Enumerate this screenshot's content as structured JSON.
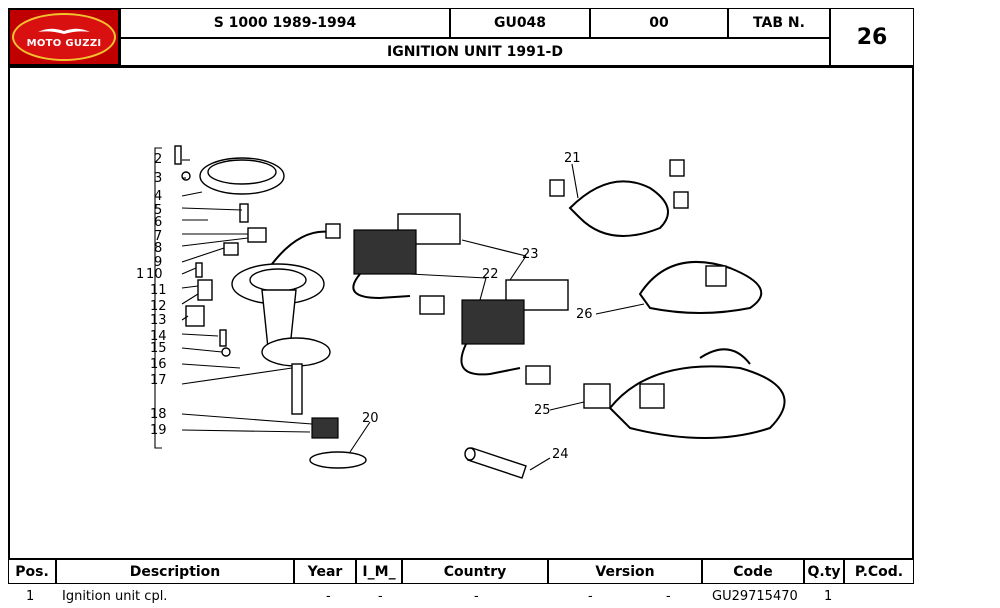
{
  "header": {
    "logo_text": "MOTO GUZZI",
    "model": "S 1000 1989-1994",
    "code": "GU048",
    "revision": "00",
    "tab_label": "TAB N.",
    "tab_number": "26",
    "title": "IGNITION UNIT 1991-D"
  },
  "callouts": [
    "1",
    "2",
    "3",
    "4",
    "5",
    "6",
    "7",
    "8",
    "9",
    "10",
    "11",
    "12",
    "13",
    "14",
    "15",
    "16",
    "17",
    "18",
    "19",
    "20",
    "21",
    "22",
    "23",
    "24",
    "25",
    "26"
  ],
  "table": {
    "columns": [
      "Pos.",
      "Description",
      "Year",
      "I_M_",
      "Country",
      "Version",
      "Code",
      "Q.ty",
      "P.Cod."
    ],
    "rows": [
      {
        "pos": "1",
        "description": "Ignition unit cpl.",
        "year": "-",
        "im": "-",
        "country": "-",
        "version": "-",
        "extra": "-",
        "code": "GU29715470",
        "qty": "1",
        "pcod": ""
      }
    ]
  },
  "colors": {
    "brand_red": "#c00000",
    "logo_gold": "#f2c230"
  }
}
